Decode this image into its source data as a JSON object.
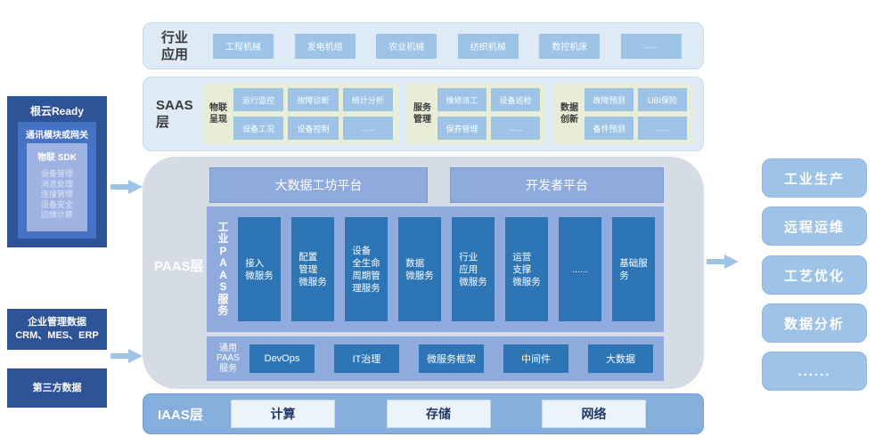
{
  "colors": {
    "row_bg": "#DEEAF6",
    "box_blue": "#9DC3E6",
    "group_green": "#E7EDD7",
    "dark_navy": "#2E5396",
    "medium_blue": "#4472C4",
    "paas_bg": "#D6DCE5",
    "paas_inner": "#8FAADC",
    "service_blue": "#2E75B6",
    "iaas_bar": "#86AEDC"
  },
  "industry_row": {
    "label": "行业\n应用",
    "boxes": [
      "工程机械",
      "发电机组",
      "农业机械",
      "纺织机械",
      "数控机床",
      "......"
    ]
  },
  "saas_row": {
    "label": "SAAS层",
    "groups": [
      {
        "name": "物联\n呈现",
        "boxes": [
          "运行监控",
          "故障诊断",
          "统计分析",
          "设备工况",
          "设备控制",
          "......"
        ]
      },
      {
        "name": "服务\n管理",
        "boxes": [
          "维修派工",
          "设备巡检",
          "保养管理",
          "......"
        ]
      },
      {
        "name": "数据\n创新",
        "boxes": [
          "故障预测",
          "UBI保险",
          "备件预测",
          "......"
        ]
      }
    ]
  },
  "paas": {
    "label": "PAAS层",
    "platforms": [
      "大数据工坊平台",
      "开发者平台"
    ],
    "industrial_paas": {
      "vertical_label": "工\n业\nP\nA\nA\nS\n服\n务",
      "services": [
        "接入\n微服务",
        "配置\n管理\n微服务",
        "设备\n全生命\n周期管\n理服务",
        "数据\n微服务",
        "行业\n应用\n微服务",
        "运营\n支撑\n微服务",
        "......",
        "基础服\n务"
      ]
    },
    "general_paas": {
      "label": "通用\nPAAS\n服务",
      "services": [
        "DevOps",
        "IT治理",
        "微服务框架",
        "中间件",
        "大数据"
      ]
    }
  },
  "iaas_row": {
    "label": "IAAS层",
    "boxes": [
      "计算",
      "存储",
      "网络"
    ]
  },
  "left_panel": {
    "rootcloud": {
      "title": "根云Ready",
      "gateway": "通讯模块或网关",
      "sdk_title": "物联 SDK",
      "sdk_items": [
        "设备管理",
        "消息处理",
        "连接管理",
        "设备安全",
        "边缘计算"
      ]
    },
    "enterprise_data": "企业管理数据\nCRM、MES、ERP",
    "third_party": "第三方数据"
  },
  "right_panel": {
    "boxes": [
      "工业生产",
      "远程运维",
      "工艺优化",
      "数据分析",
      "......"
    ]
  }
}
